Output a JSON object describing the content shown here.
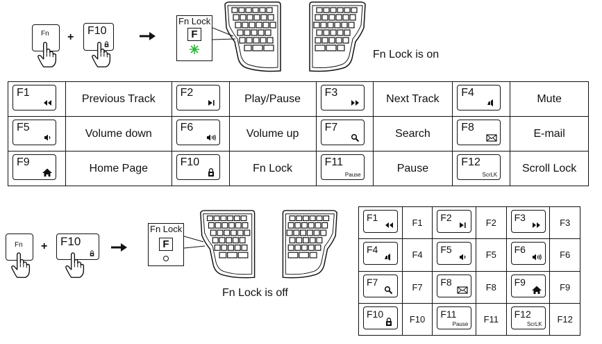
{
  "top": {
    "combo": {
      "key1": "Fn",
      "plus": "+",
      "key2": "F10"
    },
    "indicator": {
      "label": "Fn Lock",
      "letter": "F"
    },
    "status": "Fn Lock is on"
  },
  "bottom": {
    "combo": {
      "key1": "Fn",
      "plus": "+",
      "key2": "F10"
    },
    "indicator": {
      "label": "Fn Lock",
      "letter": "F"
    },
    "status": "Fn Lock is off"
  },
  "fn_lock_on_table": [
    [
      {
        "key": "F1",
        "icon": "previous-track-icon",
        "desc": "Previous Track"
      },
      {
        "key": "F2",
        "icon": "play-pause-icon",
        "desc": "Play/Pause"
      },
      {
        "key": "F3",
        "icon": "next-track-icon",
        "desc": "Next Track"
      },
      {
        "key": "F4",
        "icon": "mute-icon",
        "desc": "Mute"
      }
    ],
    [
      {
        "key": "F5",
        "icon": "volume-down-icon",
        "desc": "Volume down"
      },
      {
        "key": "F6",
        "icon": "volume-up-icon",
        "desc": "Volume up"
      },
      {
        "key": "F7",
        "icon": "search-icon",
        "desc": "Search"
      },
      {
        "key": "F8",
        "icon": "email-icon",
        "desc": "E-mail"
      }
    ],
    [
      {
        "key": "F9",
        "icon": "home-icon",
        "desc": "Home Page"
      },
      {
        "key": "F10",
        "icon": "lock-icon",
        "desc": "Fn Lock"
      },
      {
        "key": "F11",
        "sub": "Pause",
        "desc": "Pause"
      },
      {
        "key": "F12",
        "sub": "ScrLK",
        "desc": "Scroll Lock"
      }
    ]
  ],
  "fn_lock_off_table": [
    [
      {
        "key": "F1",
        "icon": "previous-track-icon",
        "desc": "F1"
      },
      {
        "key": "F2",
        "icon": "play-pause-icon",
        "desc": "F2"
      },
      {
        "key": "F3",
        "icon": "next-track-icon",
        "desc": "F3"
      }
    ],
    [
      {
        "key": "F4",
        "icon": "mute-icon",
        "desc": "F4"
      },
      {
        "key": "F5",
        "icon": "volume-down-icon",
        "desc": "F5"
      },
      {
        "key": "F6",
        "icon": "volume-up-icon",
        "desc": "F6"
      }
    ],
    [
      {
        "key": "F7",
        "icon": "search-icon",
        "desc": "F7"
      },
      {
        "key": "F8",
        "icon": "email-icon",
        "desc": "F8"
      },
      {
        "key": "F9",
        "icon": "home-icon",
        "desc": "F9"
      }
    ],
    [
      {
        "key": "F10",
        "icon": "lock-icon",
        "desc": "F10"
      },
      {
        "key": "F11",
        "sub": "Pause",
        "desc": "F11"
      },
      {
        "key": "F12",
        "sub": "ScrLK",
        "desc": "F12"
      }
    ]
  ],
  "colors": {
    "indicator_on": "#2db53a",
    "line": "#111111"
  }
}
